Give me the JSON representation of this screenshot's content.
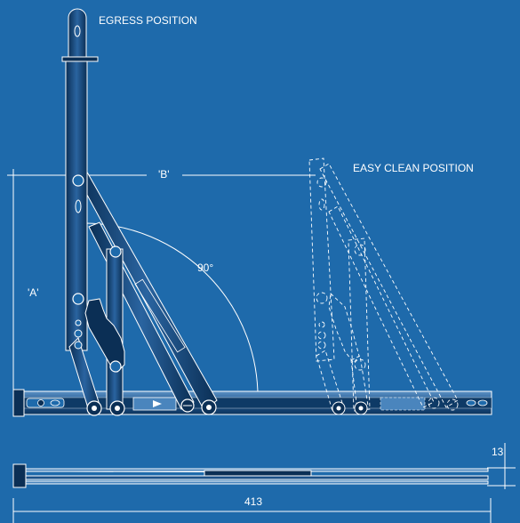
{
  "labels": {
    "egress": "EGRESS POSITION",
    "easy_clean": "EASY CLEAN POSITION",
    "dim_a": "'A'",
    "dim_b": "'B'",
    "angle": "90°",
    "height_dim": "13",
    "length_dim": "413"
  },
  "colors": {
    "background": "#1e6aab",
    "line": "#ffffff",
    "metal_dark": "#0b2f55",
    "metal_mid": "#1b5189",
    "metal_light": "#4a85bd"
  }
}
